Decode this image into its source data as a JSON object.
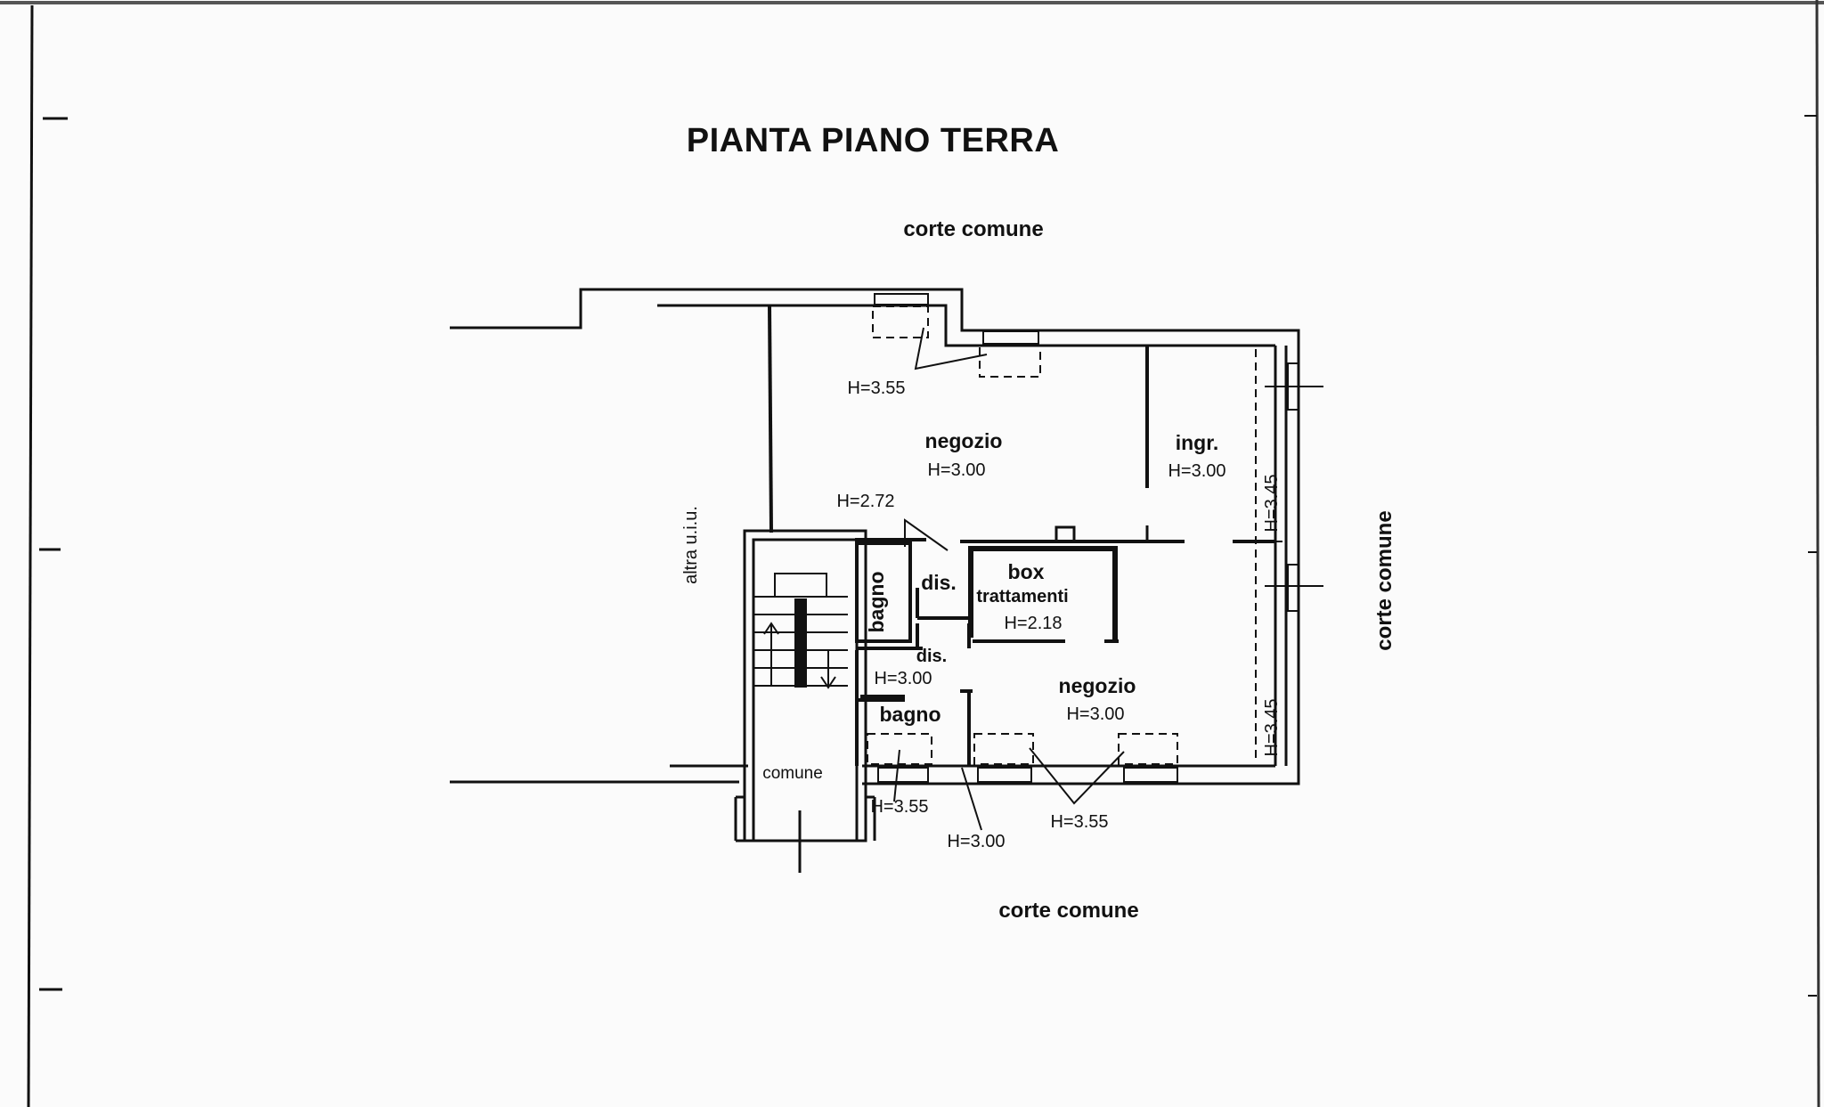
{
  "title": "PIANTA PIANO TERRA",
  "surroundings": {
    "top": "corte comune",
    "bottom": "corte comune",
    "right": "corte comune",
    "left": "altra u.i.u."
  },
  "rooms": [
    {
      "id": "negozio-upper",
      "name": "negozio",
      "height": "H=3.00"
    },
    {
      "id": "ingresso",
      "name": "ingr.",
      "height": "H=3.00"
    },
    {
      "id": "box-trattamenti",
      "name": "box",
      "name2": "trattamenti",
      "height": "H=2.18"
    },
    {
      "id": "disimpegno-upper",
      "name": "dis."
    },
    {
      "id": "bagno-upper",
      "name": "bagno"
    },
    {
      "id": "disimpegno-lower",
      "name": "dis.",
      "height": "H=3.00"
    },
    {
      "id": "bagno-lower",
      "name": "bagno"
    },
    {
      "id": "negozio-lower",
      "name": "negozio",
      "height": "H=3.00"
    },
    {
      "id": "comune",
      "name": "comune"
    }
  ],
  "height_annotations": {
    "top_window": "H=3.55",
    "interior": "H=2.72",
    "right_upper": "H=3.45",
    "right_lower": "H=3.45",
    "bottom_left": "H=3.55",
    "bottom_mid": "H=3.00",
    "bottom_right": "H=3.55"
  },
  "colors": {
    "ink": "#111111",
    "paper": "#fbfbfb"
  }
}
